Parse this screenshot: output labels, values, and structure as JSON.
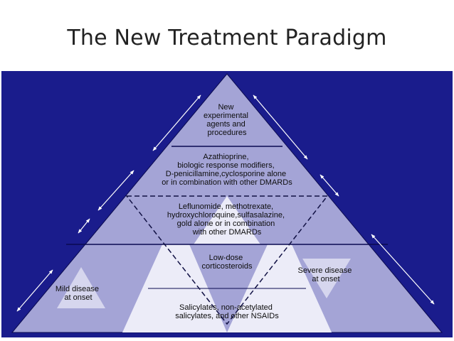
{
  "slide": {
    "title": "The New Treatment Paradigm"
  },
  "colors": {
    "background": "#1a1c8c",
    "pyramid": "#a4a4d6",
    "lowerTriangle": "#ececf8",
    "arrows": "#ffffff"
  },
  "pyramid": {
    "levels": [
      {
        "lines": [
          "New",
          "experimental",
          "agents and",
          "procedures"
        ]
      },
      {
        "lines": [
          "Azathioprine,",
          "biologic response modifiers,",
          "D-penicillamine,cyclosporine alone",
          "or in combination with other DMARDs"
        ]
      },
      {
        "lines": [
          "Leflunomide, methotrexate,",
          "hydroxychloroquine,sulfasalazine,",
          "gold alone or in combination",
          "with other DMARDs"
        ]
      },
      {
        "lines": [
          "Low-dose",
          "corticosteroids"
        ]
      },
      {
        "lines": [
          "Salicylates, non-acetylated",
          "salicylates, and other NSAIDs"
        ]
      }
    ],
    "mild": {
      "lines": [
        "Mild disease",
        "at onset"
      ]
    },
    "severe": {
      "lines": [
        "Severe disease",
        "at onset"
      ]
    }
  }
}
